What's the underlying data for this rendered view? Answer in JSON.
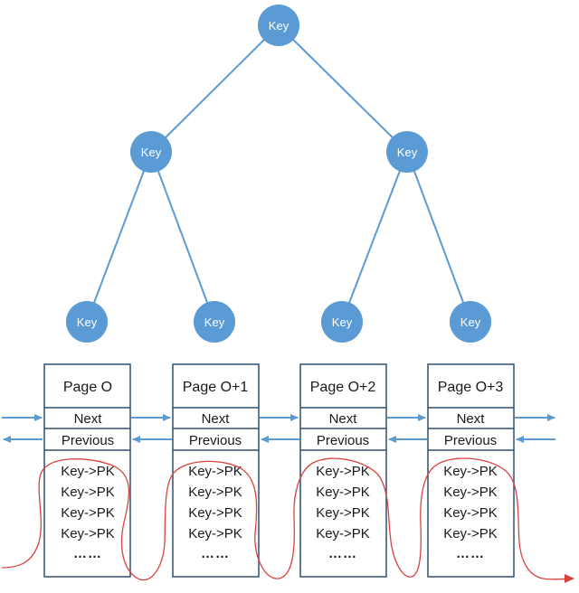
{
  "tree": {
    "root": {
      "label": "Key"
    },
    "level1": [
      {
        "label": "Key"
      },
      {
        "label": "Key"
      }
    ],
    "level2": [
      {
        "label": "Key"
      },
      {
        "label": "Key"
      },
      {
        "label": "Key"
      },
      {
        "label": "Key"
      }
    ]
  },
  "pages": [
    {
      "title": "Page O",
      "next": "Next",
      "previous": "Previous",
      "entries": [
        "Key->PK",
        "Key->PK",
        "Key->PK",
        "Key->PK"
      ],
      "ellipsis": "……"
    },
    {
      "title": "Page O+1",
      "next": "Next",
      "previous": "Previous",
      "entries": [
        "Key->PK",
        "Key->PK",
        "Key->PK",
        "Key->PK"
      ],
      "ellipsis": "……"
    },
    {
      "title": "Page O+2",
      "next": "Next",
      "previous": "Previous",
      "entries": [
        "Key->PK",
        "Key->PK",
        "Key->PK",
        "Key->PK"
      ],
      "ellipsis": "……"
    },
    {
      "title": "Page O+3",
      "next": "Next",
      "previous": "Previous",
      "entries": [
        "Key->PK",
        "Key->PK",
        "Key->PK",
        "Key->PK"
      ],
      "ellipsis": "……"
    }
  ],
  "colors": {
    "node": "#5b9bd5",
    "link_arrow": "#5b9bd5",
    "scan_curve": "#d9413f",
    "page_border": "#2f4f6f"
  }
}
